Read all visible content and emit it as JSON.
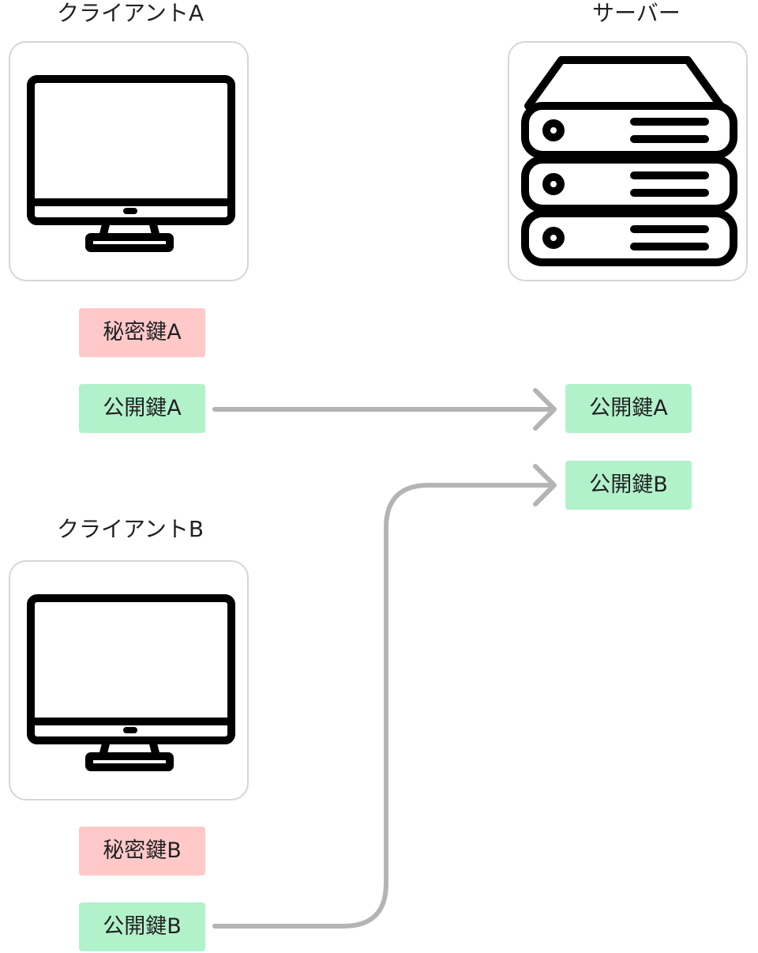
{
  "client_a": {
    "title": "クライアントA",
    "icon": "desktop-monitor-icon",
    "private_key": "秘密鍵A",
    "public_key": "公開鍵A"
  },
  "client_b": {
    "title": "クライアントB",
    "icon": "desktop-monitor-icon",
    "private_key": "秘密鍵B",
    "public_key": "公開鍵B"
  },
  "server": {
    "title": "サーバー",
    "icon": "server-rack-icon",
    "stored_keys": [
      "公開鍵A",
      "公開鍵B"
    ]
  },
  "connections": [
    {
      "from": "client_a.public_key",
      "to": "server.stored_keys.0"
    },
    {
      "from": "client_b.public_key",
      "to": "server.stored_keys.1"
    }
  ],
  "colors": {
    "private_key_fill": "#ffc9c9",
    "public_key_fill": "#b2f2cb",
    "arrow": "#b4b4b4",
    "card_border": "#d6d6d6"
  }
}
